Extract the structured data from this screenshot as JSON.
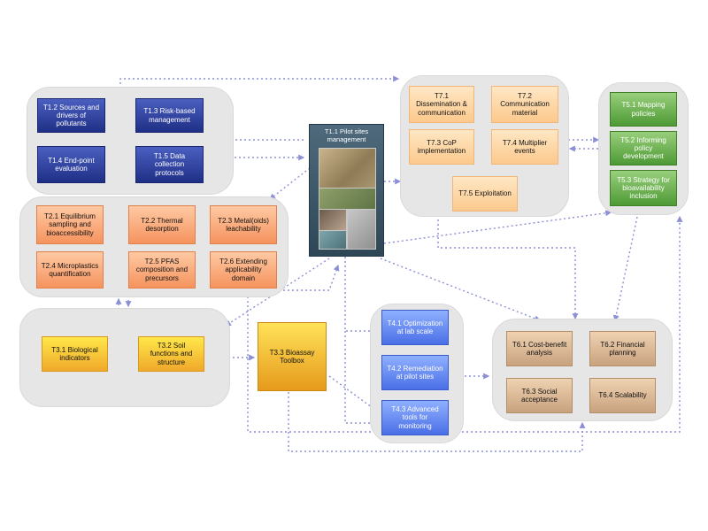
{
  "diagram": {
    "tasks": {
      "t1_2": "T1.2 Sources and drivers of pollutants",
      "t1_3": "T1.3 Risk-based management",
      "t1_4": "T1.4 End-point evaluation",
      "t1_5": "T1.5 Data collection protocols",
      "t1_1": "T1.1 Pilot sites management",
      "t7_1": "T7.1 Dissemination & communication",
      "t7_2": "T7.2 Communication material",
      "t7_3": "T7.3 CoP implementation",
      "t7_4": "T7.4 Multiplier events",
      "t7_5": "T7.5 Exploitation",
      "t5_1": "T5.1 Mapping policies",
      "t5_2": "T5.2 Informing policy development",
      "t5_3": "T5.3 Strategy for bioavailability inclusion",
      "t2_1": "T2.1 Equilibrium sampling and bioaccessibility",
      "t2_2": "T2.2 Thermal desorption",
      "t2_3": "T2.3 Metal(oids) leachability",
      "t2_4": "T2.4 Microplastics quantification",
      "t2_5": "T2.5 PFAS composition and precursors",
      "t2_6": "T2.6 Extending applicability domain",
      "t3_1": "T3.1 Biological indicators",
      "t3_2": "T3.2 Soil functions and structure",
      "t3_3": "T3.3 Bioassay Toolbox",
      "t4_1": "T4.1 Optimization at lab scale",
      "t4_2": "T4.2 Remediation at pilot sites",
      "t4_3": "T4.3 Advanced tools for monitoring",
      "t6_1": "T6.1 Cost-benefit analysis",
      "t6_2": "T6.2 Financial planning",
      "t6_3": "T6.3 Social acceptance",
      "t6_4": "T6.4 Scalability"
    },
    "connector_color": "#8c8fd6",
    "group_color": "#e6e6e6"
  }
}
